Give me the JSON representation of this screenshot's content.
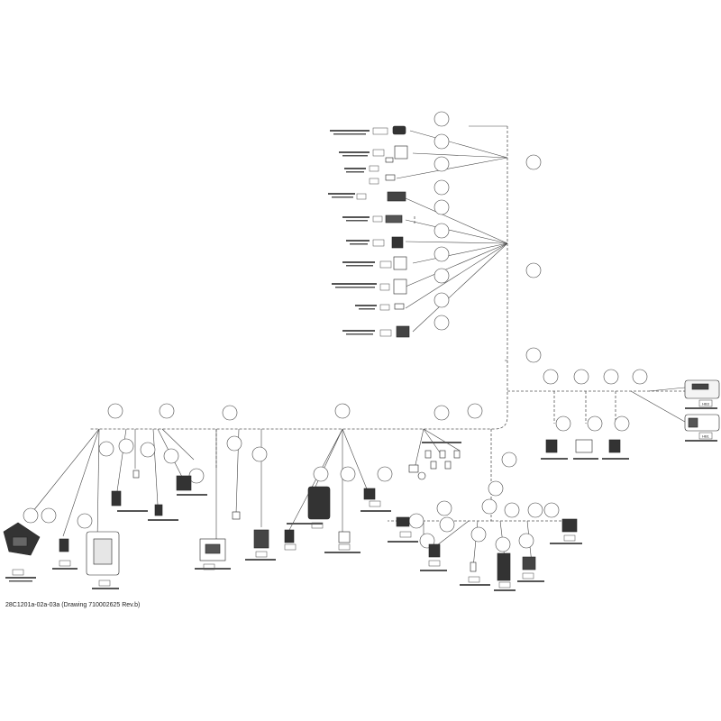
{
  "drawing_caption": "28C1201a-02a-03a (Drawing 710002625 Rev.b)",
  "right_connector_ids": [
    "HB3",
    "HB1"
  ]
}
